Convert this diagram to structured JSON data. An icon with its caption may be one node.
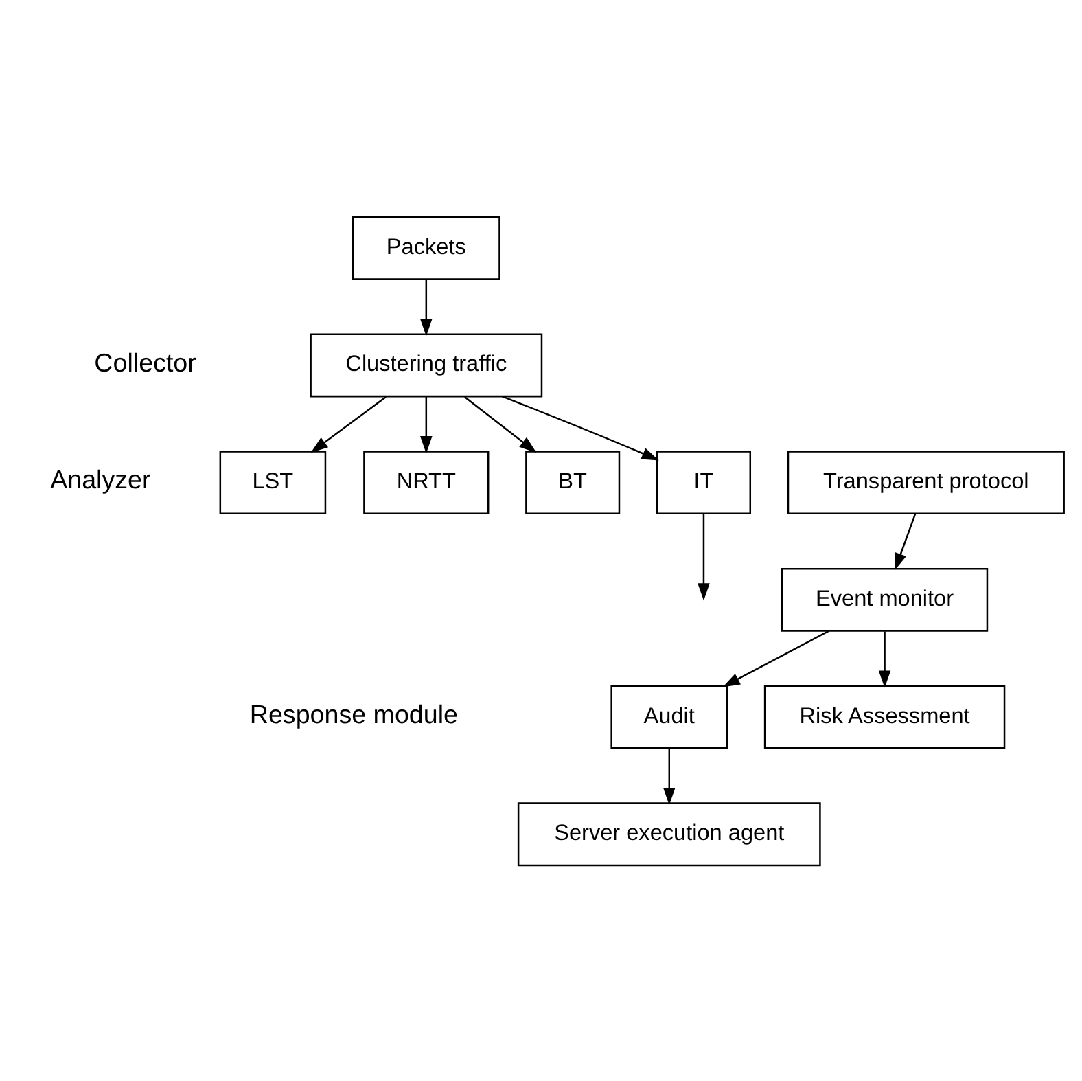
{
  "diagram": {
    "nodes": [
      {
        "text": [
          "Packets"
        ]
      },
      {
        "text": [
          "Clustering traffic"
        ]
      },
      {
        "text": [
          "BT"
        ]
      },
      {
        "text": [
          "IT"
        ]
      },
      {
        "text": [
          "LST"
        ]
      },
      {
        "text": [
          "NRTT"
        ]
      },
      {
        "text": [
          "Transparent protocol"
        ]
      },
      {
        "text": [
          "Event monitor"
        ]
      },
      {
        "text": [
          "Audit"
        ]
      },
      {
        "text": [
          "Risk Assessment"
        ]
      },
      {
        "text": [
          "Server execution agent"
        ]
      }
    ],
    "edges": [
      {
        "from": 0,
        "to": 1,
        "arrow": "to"
      },
      {
        "from": 1,
        "to": 2,
        "arrow": "to"
      },
      {
        "from": 1,
        "to": 3,
        "arrow": "to"
      },
      {
        "from": 1,
        "to": 4,
        "arrow": "to"
      },
      {
        "from": 1,
        "to": 5,
        "arrow": "to"
      },
      {
        "from": 3,
        "to": null,
        "arrow": "to"
      },
      {
        "from": 6,
        "to": 7,
        "arrow": "to"
      },
      {
        "from": 7,
        "to": 8,
        "arrow": "to"
      },
      {
        "from": 7,
        "to": 9,
        "arrow": "to"
      },
      {
        "from": 8,
        "to": 10,
        "arrow": "to"
      }
    ],
    "labels": [
      "Collector",
      "Analyzer",
      "Response module"
    ]
  }
}
